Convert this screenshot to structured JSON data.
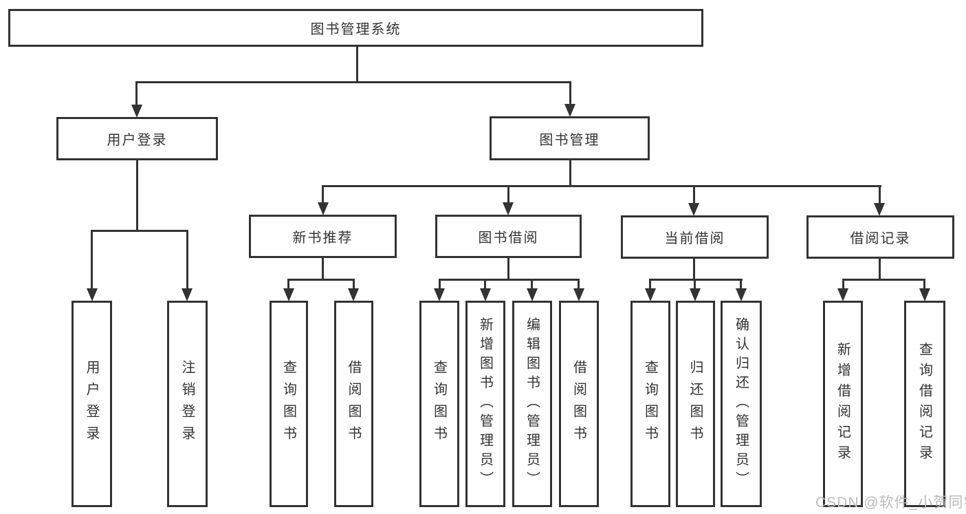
{
  "diagram": {
    "title": "图书管理系统",
    "type": "hierarchy-tree",
    "colors": {
      "line": "#333333",
      "text": "#333333",
      "background": "#ffffff",
      "watermark": "#b9b9b9"
    },
    "nodes": {
      "root": {
        "label": "图书管理系统"
      },
      "user_login": {
        "label": "用户登录"
      },
      "book_mgmt": {
        "label": "图书管理"
      },
      "new_book_rec": {
        "label": "新书推荐"
      },
      "book_borrow": {
        "label": "图书借阅"
      },
      "current_borrow": {
        "label": "当前借阅"
      },
      "borrow_records": {
        "label": "借阅记录"
      },
      "leaf_user_login": {
        "label": "用户登录"
      },
      "leaf_logout": {
        "label": "注销登录"
      },
      "leaf_nbr_query": {
        "label": "查询图书"
      },
      "leaf_nbr_borrow": {
        "label": "借阅图书"
      },
      "leaf_bb_query": {
        "label": "查询图书"
      },
      "leaf_bb_add": {
        "label": "新增图书（管理员）"
      },
      "leaf_bb_edit": {
        "label": "编辑图书（管理员）"
      },
      "leaf_bb_borrow": {
        "label": "借阅图书"
      },
      "leaf_cb_query": {
        "label": "查询图书"
      },
      "leaf_cb_return": {
        "label": "归还图书"
      },
      "leaf_cb_confirm": {
        "label": "确认归还（管理员）"
      },
      "leaf_br_add": {
        "label": "新增借阅记录"
      },
      "leaf_br_query": {
        "label": "查询借阅记录"
      }
    },
    "edges": [
      {
        "from": "图书管理系统",
        "to": "用户登录"
      },
      {
        "from": "图书管理系统",
        "to": "图书管理"
      },
      {
        "from": "用户登录",
        "to": "用户登录"
      },
      {
        "from": "用户登录",
        "to": "注销登录"
      },
      {
        "from": "图书管理",
        "to": "新书推荐"
      },
      {
        "from": "图书管理",
        "to": "图书借阅"
      },
      {
        "from": "图书管理",
        "to": "当前借阅"
      },
      {
        "from": "图书管理",
        "to": "借阅记录"
      },
      {
        "from": "新书推荐",
        "to": "查询图书"
      },
      {
        "from": "新书推荐",
        "to": "借阅图书"
      },
      {
        "from": "图书借阅",
        "to": "查询图书"
      },
      {
        "from": "图书借阅",
        "to": "新增图书（管理员）"
      },
      {
        "from": "图书借阅",
        "to": "编辑图书（管理员）"
      },
      {
        "from": "图书借阅",
        "to": "借阅图书"
      },
      {
        "from": "当前借阅",
        "to": "查询图书"
      },
      {
        "from": "当前借阅",
        "to": "归还图书"
      },
      {
        "from": "当前借阅",
        "to": "确认归还（管理员）"
      },
      {
        "from": "借阅记录",
        "to": "新增借阅记录"
      },
      {
        "from": "借阅记录",
        "to": "查询借阅记录"
      }
    ]
  },
  "watermark": {
    "text": "CSDN @软件_小贺同学"
  }
}
